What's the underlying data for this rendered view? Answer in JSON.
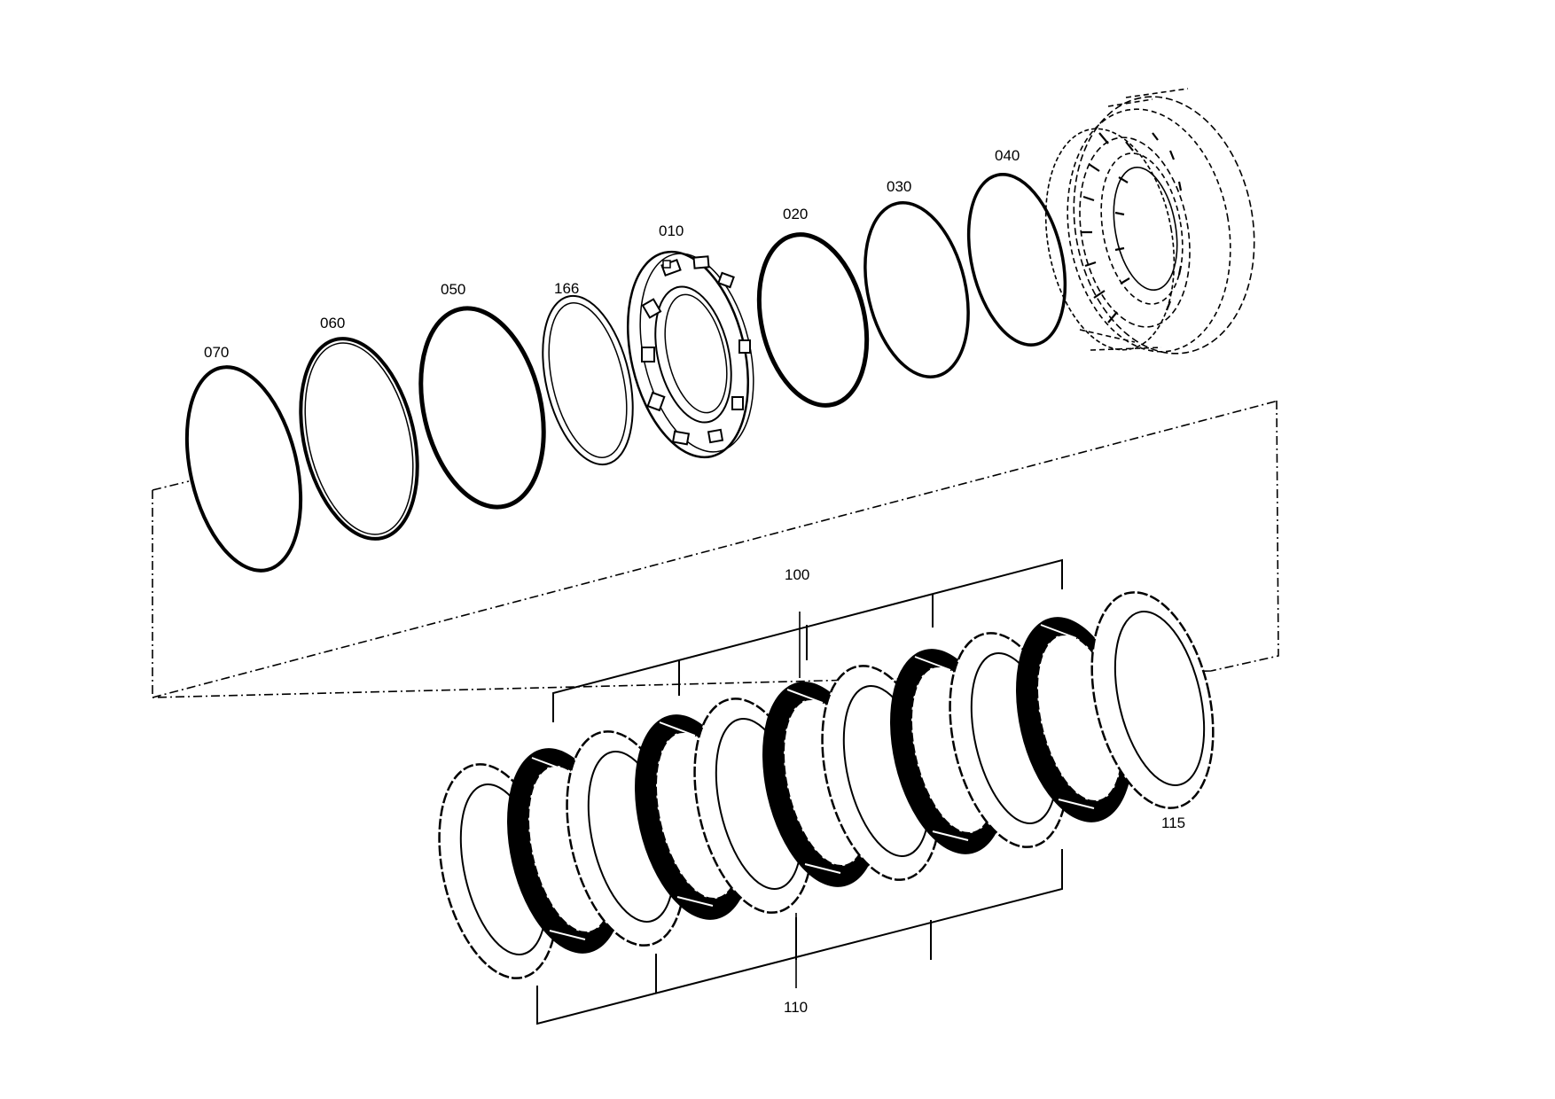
{
  "diagram": {
    "labels": {
      "p070": "070",
      "p060": "060",
      "p050": "050",
      "p166": "166",
      "p010": "010",
      "p020": "020",
      "p030": "030",
      "p040": "040",
      "p100": "100",
      "p110": "110",
      "p115": "115"
    },
    "line_color": "#000000",
    "background": "#ffffff"
  }
}
